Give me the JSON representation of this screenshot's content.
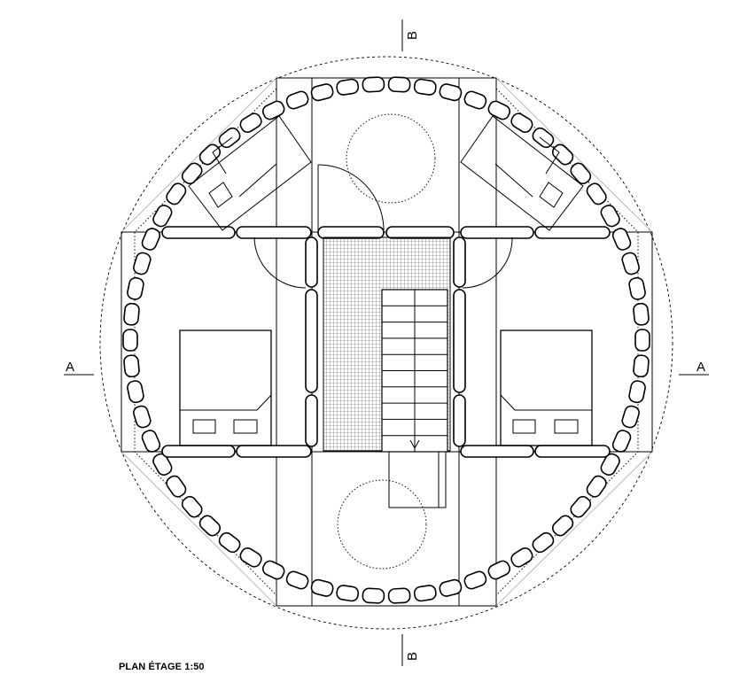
{
  "title": "PLAN ÉTAGE 1:50",
  "section_marks": {
    "a_left": "A",
    "a_right": "A",
    "b_top": "B",
    "b_bottom": "B"
  }
}
